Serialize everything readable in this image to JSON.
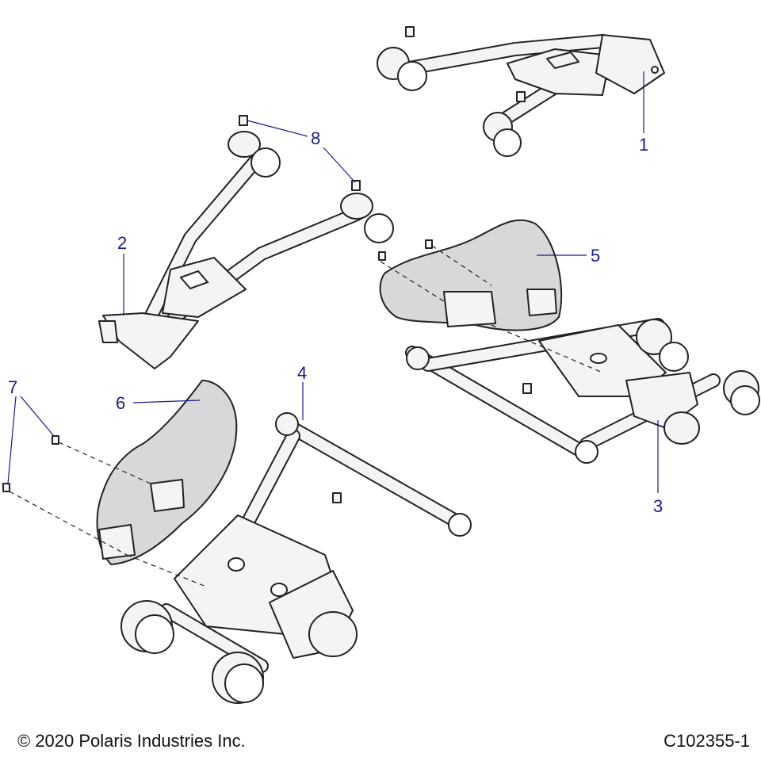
{
  "callouts": [
    "1",
    "2",
    "3",
    "4",
    "5",
    "6",
    "7",
    "8"
  ],
  "footer": {
    "copyright": "© 2020 Polaris Industries Inc.",
    "figure_id": "C102355-1"
  }
}
